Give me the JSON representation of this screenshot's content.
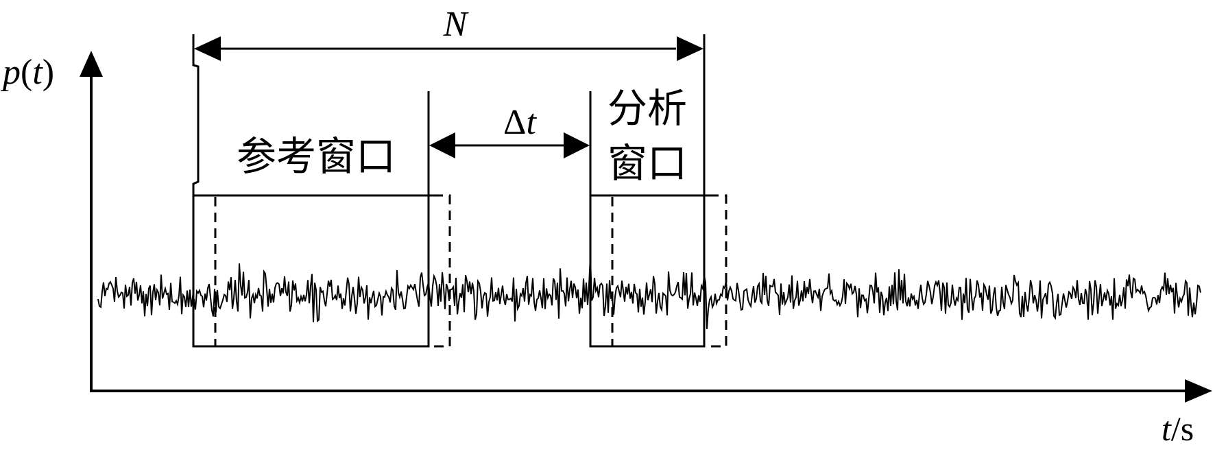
{
  "labels": {
    "y_axis_prefix": "p",
    "y_axis_paren_open": "(",
    "y_axis_var": "t",
    "y_axis_paren_close": ")",
    "x_axis_var": "t",
    "x_axis_unit": "/s",
    "span_n": "N",
    "delta_symbol": "Δ",
    "delta_var": "t",
    "reference_window": "参考窗口",
    "analysis_window_line1": "分析",
    "analysis_window_line2": "窗口"
  },
  "colors": {
    "ink": "#000000",
    "background": "#ffffff"
  }
}
